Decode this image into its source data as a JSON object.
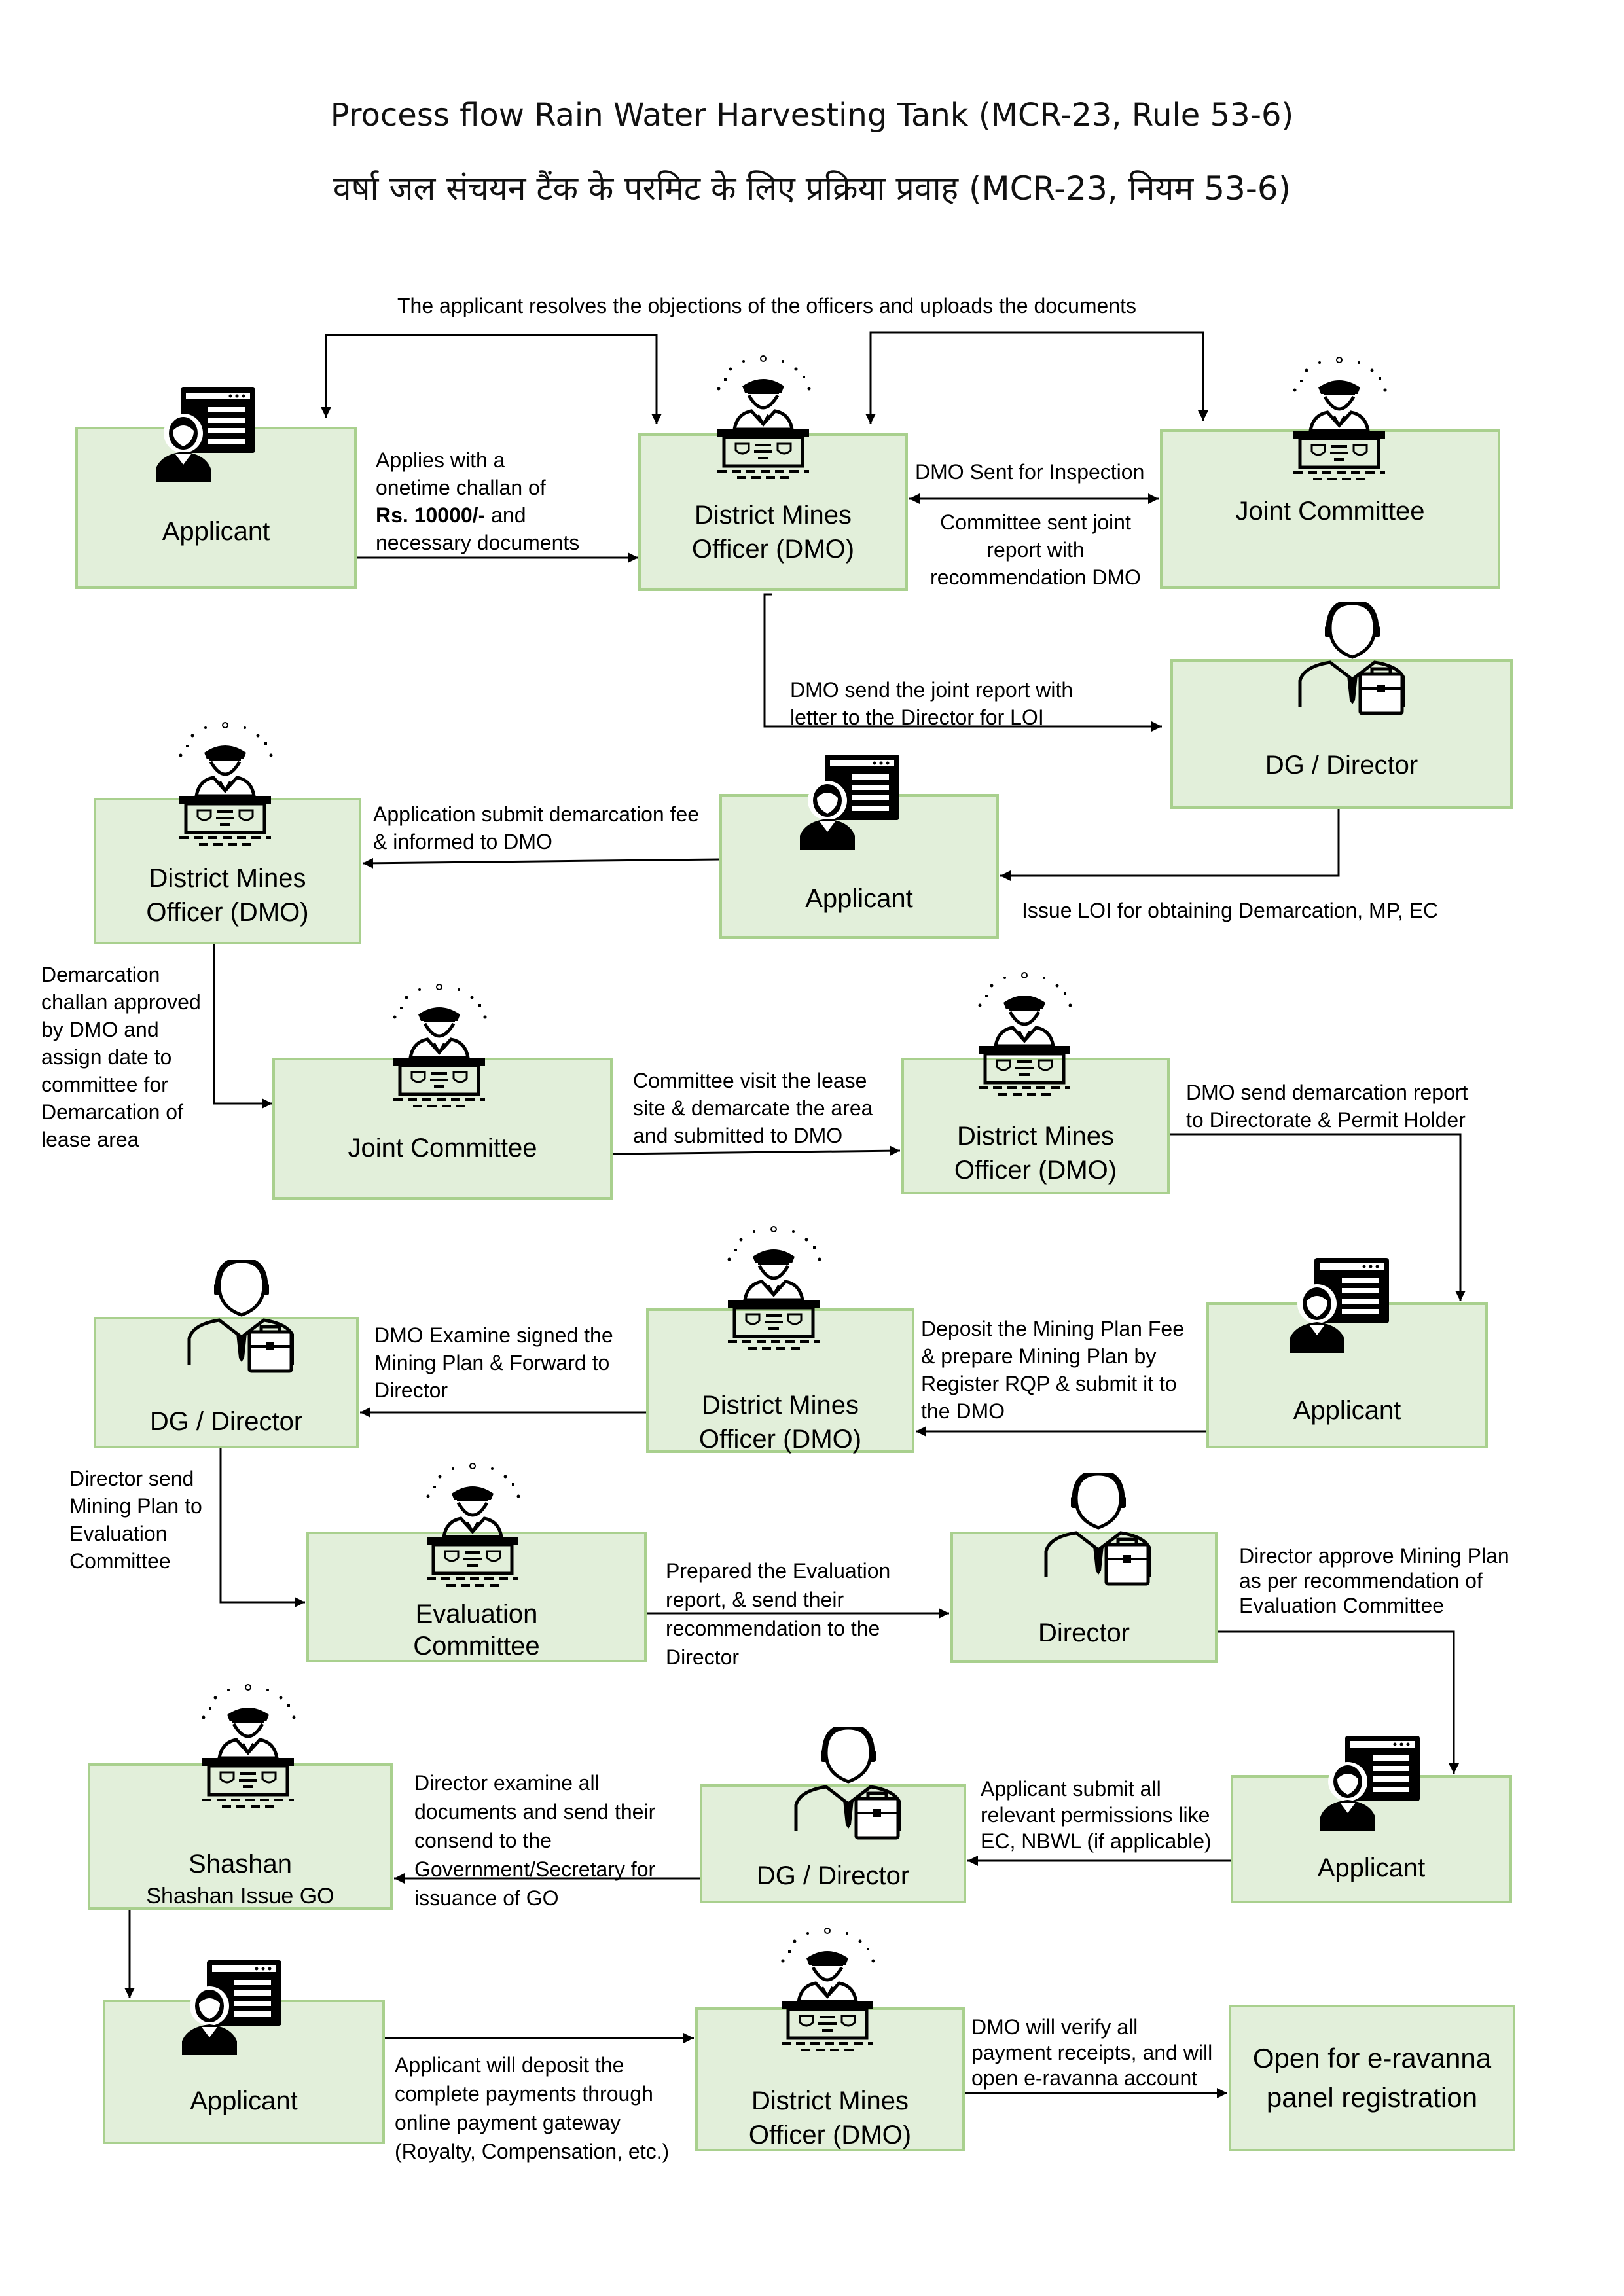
{
  "title": {
    "english": "Process flow Rain Water Harvesting Tank (MCR-23, Rule 53-6)",
    "hindi": "वर्षा जल संचयन टैंक के परमिट के लिए प्रक्रिया प्रवाह (MCR-23, नियम 53-6)"
  },
  "nodes": {
    "applicant": "Applicant",
    "dmo_line1": "District Mines",
    "dmo_line2": "Officer (DMO)",
    "joint_committee": "Joint Committee",
    "dg_director": "DG / Director",
    "evaluation_line1": "Evaluation",
    "evaluation_line2": "Committee",
    "director": "Director",
    "shashan": "Shashan",
    "shashan_sub": "Shashan Issue GO",
    "eravanna_line1": "Open for e-ravanna",
    "eravanna_line2": "panel registration"
  },
  "annotations": {
    "resolve": "The applicant resolves the objections of the officers and uploads the documents",
    "applies_1": "Applies with a",
    "applies_2": "onetime challan of",
    "applies_3": "Rs. 10000/-",
    "applies_3b": " and",
    "applies_4": "necessary documents",
    "inspection": "DMO Sent for Inspection",
    "joint_report_1": "Committee sent joint",
    "joint_report_2": "report with",
    "joint_report_3": "recommendation DMO",
    "loi_1": "DMO send the joint report with",
    "loi_2": "letter to the Director for LOI",
    "issue_loi": "Issue LOI for obtaining Demarcation, MP, EC",
    "fee_1": "Application submit demarcation fee",
    "fee_2": "& informed to DMO",
    "challan_1": "Demarcation",
    "challan_2": "challan approved",
    "challan_3": "by DMO and",
    "challan_4": "assign date to",
    "challan_5": "committee for",
    "challan_6": "Demarcation of",
    "challan_7": "lease area",
    "visit_1": "Committee visit the lease",
    "visit_2": "site & demarcate the area",
    "visit_3": "and submitted to DMO",
    "demarc_report_1": "DMO send demarcation report",
    "demarc_report_2": "to Directorate & Permit Holder",
    "mp_fee_1": "Deposit the Mining Plan Fee",
    "mp_fee_2": "& prepare Mining Plan by",
    "mp_fee_3": "Register RQP & submit it to",
    "mp_fee_4": "the DMO",
    "examine_1": "DMO Examine signed the",
    "examine_2": "Mining Plan & Forward to",
    "examine_3": "Director",
    "send_mp_1": "Director send",
    "send_mp_2": "Mining Plan to",
    "send_mp_3": "Evaluation",
    "send_mp_4": "Committee",
    "eval_1": "Prepared the Evaluation",
    "eval_2": "report, & send their",
    "eval_3": "recommendation to the",
    "eval_4": "Director",
    "approve_1": "Director approve Mining Plan",
    "approve_2": "as per recommendation of",
    "approve_3": "Evaluation Committee",
    "perm_1": "Applicant submit all",
    "perm_2": "relevant permissions like",
    "perm_3": "EC, NBWL (if applicable)",
    "consent_1": "Director examine all",
    "consent_2": "documents and send their",
    "consent_3": "consend to the",
    "consent_4": "Government/Secretary for",
    "consent_5": "issuance of GO",
    "pay_1": "Applicant will deposit the",
    "pay_2": "complete payments through",
    "pay_3": "online payment gateway",
    "pay_4": "(Royalty, Compensation, etc.)",
    "verify_1": "DMO will verify all",
    "verify_2": "payment receipts, and will",
    "verify_3": "open e-ravanna account"
  },
  "colors": {
    "box_fill": "#e2efda",
    "box_border": "#a9d08e",
    "arrow": "#000000"
  },
  "icons": {
    "applicant": "person-document-icon",
    "officer": "officer-desk-icon",
    "director": "businessman-briefcase-icon"
  }
}
